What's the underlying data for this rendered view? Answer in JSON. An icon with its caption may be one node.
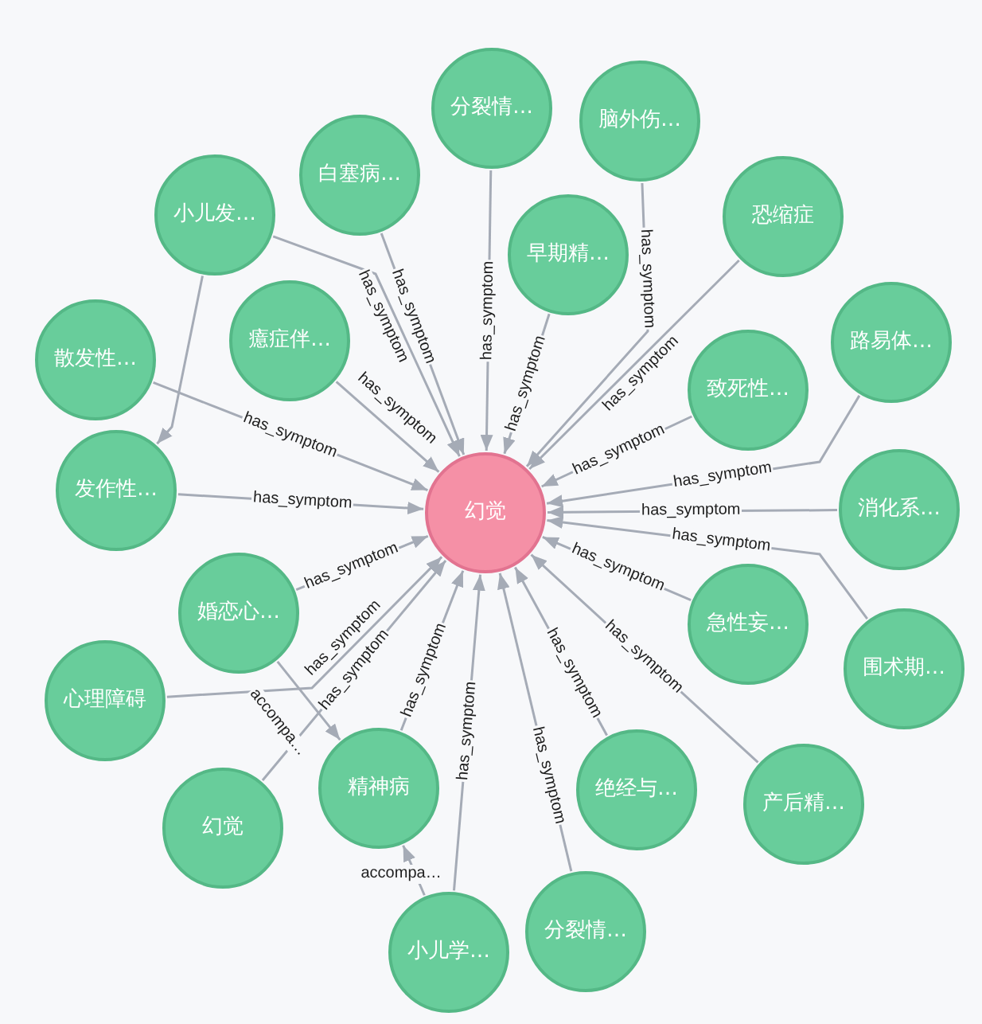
{
  "diagram": {
    "nodes": [
      {
        "text": [
          "分裂情…"
        ]
      },
      {
        "text": [
          "脑外伤…"
        ]
      },
      {
        "text": [
          "白塞病…"
        ]
      },
      {
        "text": [
          "小儿发…"
        ]
      },
      {
        "text": [
          "恐缩症"
        ]
      },
      {
        "text": [
          "早期精…"
        ]
      },
      {
        "text": [
          "散发性…"
        ]
      },
      {
        "text": [
          "癔症伴…"
        ]
      },
      {
        "text": [
          "路易体…"
        ]
      },
      {
        "text": [
          "致死性…"
        ]
      },
      {
        "text": [
          "发作性…"
        ]
      },
      {
        "text": [
          "消化系…"
        ]
      },
      {
        "text": [
          "幻觉"
        ]
      },
      {
        "text": [
          "婚恋心…"
        ]
      },
      {
        "text": [
          "急性妄…"
        ]
      },
      {
        "text": [
          "围术期…"
        ]
      },
      {
        "text": [
          "心理障碍"
        ]
      },
      {
        "text": [
          "绝经与…"
        ]
      },
      {
        "text": [
          "精神病"
        ]
      },
      {
        "text": [
          "产后精…"
        ]
      },
      {
        "text": [
          "幻觉"
        ]
      },
      {
        "text": [
          "分裂情…"
        ]
      },
      {
        "text": [
          "小儿学…"
        ]
      }
    ],
    "edges": [
      {
        "from": 0,
        "to": 12,
        "arrow": "to",
        "label": "has_symptom"
      },
      {
        "from": 1,
        "to": 12,
        "arrow": "to",
        "label": "has_symptom"
      },
      {
        "from": 2,
        "to": 12,
        "arrow": "to",
        "label": "has_symptom"
      },
      {
        "from": 3,
        "to": 12,
        "arrow": "to",
        "label": "has_symptom"
      },
      {
        "from": 4,
        "to": 12,
        "arrow": "to",
        "label": "has_symptom"
      },
      {
        "from": 5,
        "to": 12,
        "arrow": "to",
        "label": "has_symptom"
      },
      {
        "from": 6,
        "to": 12,
        "arrow": "to",
        "label": "has_symptom"
      },
      {
        "from": 7,
        "to": 12,
        "arrow": "to",
        "label": "has_symptom"
      },
      {
        "from": 8,
        "to": 12,
        "arrow": "to",
        "label": "has_symptom"
      },
      {
        "from": 9,
        "to": 12,
        "arrow": "to",
        "label": "has_symptom"
      },
      {
        "from": 10,
        "to": 12,
        "arrow": "to",
        "label": "has_symptom"
      },
      {
        "from": 11,
        "to": 12,
        "arrow": "to",
        "label": "has_symptom"
      },
      {
        "from": 13,
        "to": 12,
        "arrow": "to",
        "label": "has_symptom"
      },
      {
        "from": 14,
        "to": 12,
        "arrow": "to",
        "label": "has_symptom"
      },
      {
        "from": 15,
        "to": 12,
        "arrow": "to",
        "label": "has_symptom"
      },
      {
        "from": 16,
        "to": 12,
        "arrow": "to",
        "label": "has_symptom"
      },
      {
        "from": 17,
        "to": 12,
        "arrow": "to",
        "label": "has_symptom"
      },
      {
        "from": 18,
        "to": 12,
        "arrow": "to",
        "label": "has_symptom"
      },
      {
        "from": 19,
        "to": 12,
        "arrow": "to",
        "label": "has_symptom"
      },
      {
        "from": 20,
        "to": 12,
        "arrow": "to",
        "label": "has_symptom"
      },
      {
        "from": 21,
        "to": 12,
        "arrow": "to",
        "label": "has_symptom"
      },
      {
        "from": 22,
        "to": 12,
        "arrow": "to",
        "label": "has_symptom"
      },
      {
        "from": 3,
        "to": 10,
        "arrow": "to"
      },
      {
        "from": 13,
        "to": 18,
        "arrow": "to",
        "label": "accompa…"
      },
      {
        "from": 22,
        "to": 18,
        "arrow": "to",
        "label": "accompa…"
      }
    ]
  }
}
